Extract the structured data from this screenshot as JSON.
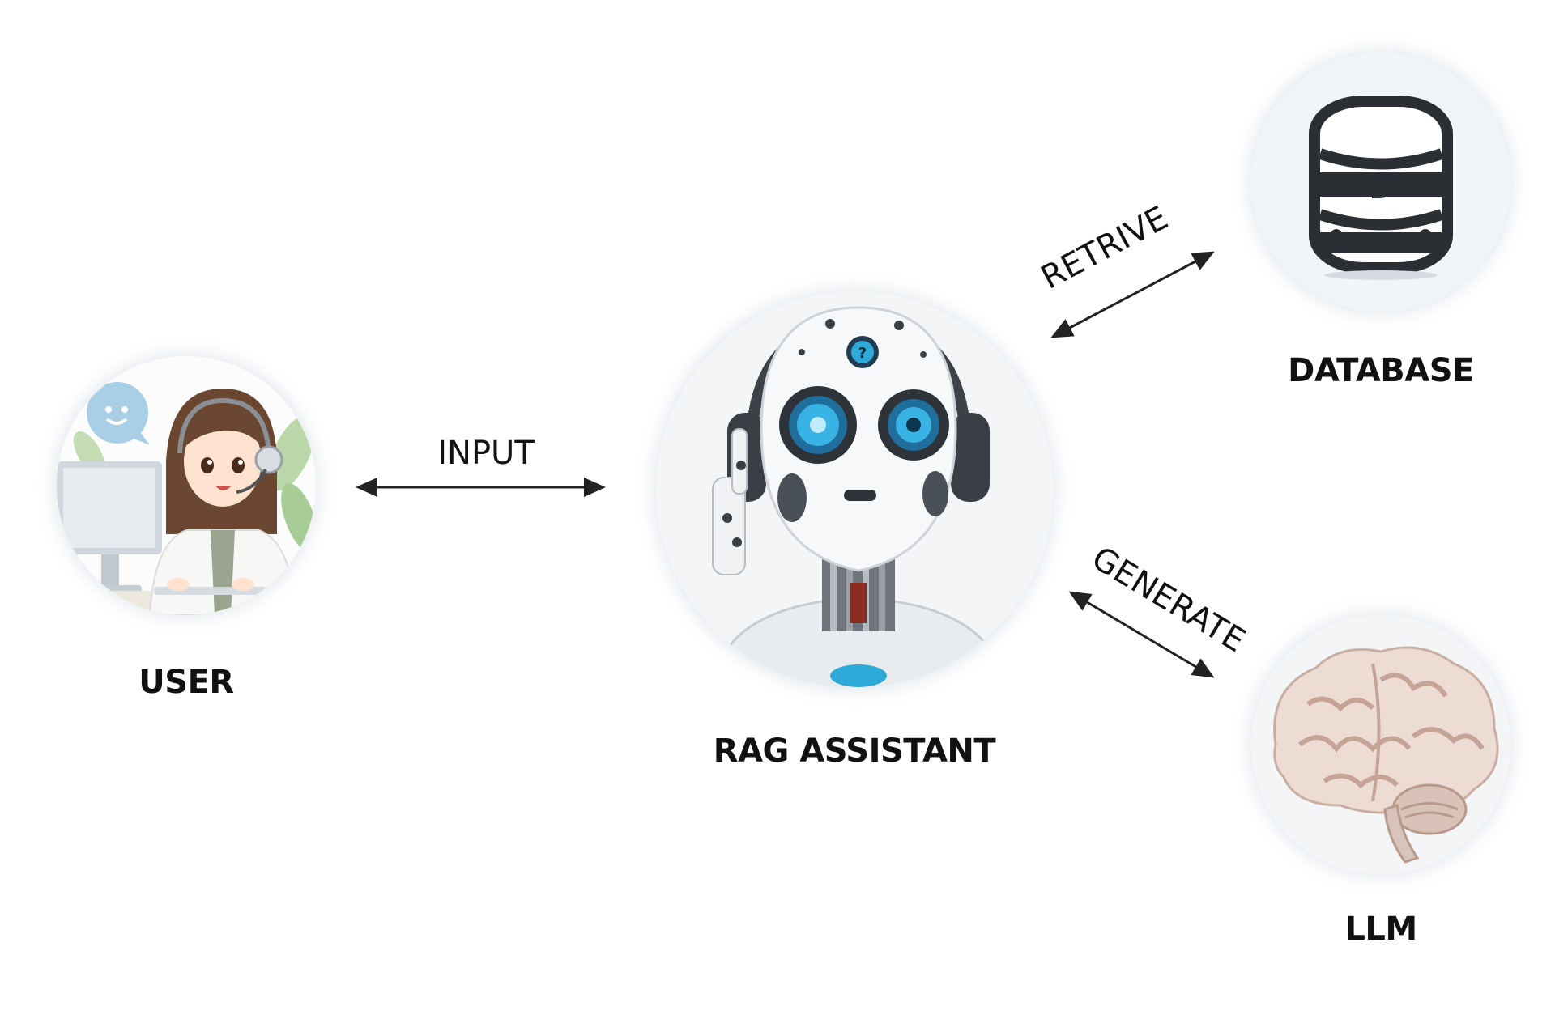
{
  "nodes": {
    "user": {
      "label": "USER"
    },
    "assistant": {
      "label": "RAG ASSISTANT"
    },
    "database": {
      "label": "DATABASE"
    },
    "llm": {
      "label": "LLM"
    }
  },
  "edges": {
    "input": {
      "label": "INPUT"
    },
    "retrieve": {
      "label": "RETRIVE"
    },
    "generate": {
      "label": "GENERATE"
    }
  },
  "icons": {
    "user": "user-with-headset-icon",
    "assistant": "robot-icon",
    "database": "database-icon",
    "llm": "brain-icon"
  },
  "colors": {
    "background": "#ffffff",
    "text": "#111111",
    "arrow": "#222222",
    "accent_blue": "#2a8fd0"
  }
}
